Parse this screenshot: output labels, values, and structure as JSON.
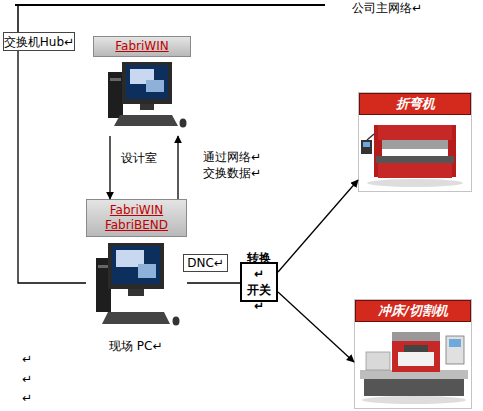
{
  "diagram": {
    "nodes": [
      {
        "text": [
          "交换机Hub↵"
        ]
      },
      {
        "text": [
          "FabriWIN"
        ]
      },
      {
        "text": [
          "折弯机"
        ]
      },
      {
        "text": [
          "FabriWIN FabriBEND"
        ]
      },
      {
        "text": [
          "DNC↵"
        ]
      },
      {
        "text": [
          "转换↵ 开关↵"
        ]
      },
      {
        "text": [
          "冲床/切割机"
        ]
      }
    ],
    "edges": [
      {
        "from": 1,
        "to": 3,
        "arrow": "to"
      },
      {
        "from": 3,
        "to": 1,
        "arrow": "to"
      },
      {
        "from": 0,
        "to": 3,
        "arrow": "none"
      },
      {
        "from": 3,
        "to": 5,
        "arrow": "none"
      },
      {
        "from": 5,
        "to": 2,
        "arrow": "to"
      },
      {
        "from": 5,
        "to": 6,
        "arrow": "to"
      }
    ],
    "labels": [
      "公司主网络↵",
      "设计室",
      "通过网络↵ 交换数据↵",
      "现场 PC↵",
      "↵",
      "↵",
      "↵"
    ]
  }
}
